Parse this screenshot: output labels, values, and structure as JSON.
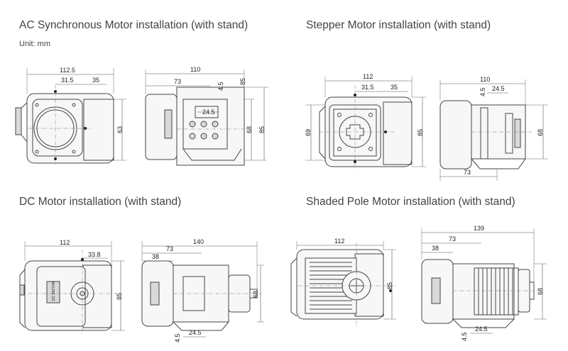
{
  "titles": {
    "ac": "AC Synchronous Motor installation (with stand)",
    "stepper": "Stepper Motor installation (with stand)",
    "dc": "DC Motor installation (with stand)",
    "shaded": "Shaded Pole Motor installation (with stand)"
  },
  "unit": "Unit: mm",
  "dims": {
    "ac_front_width": "112.5",
    "ac_front_a": "31.5",
    "ac_front_b": "35",
    "ac_front_h": "63",
    "ac_side_width": "110",
    "ac_side_a": "73",
    "ac_side_b": "4.5",
    "ac_side_c": "24.5",
    "ac_side_d": "85",
    "ac_side_h1": "68",
    "ac_side_h2": "85",
    "st_front_width": "112",
    "st_front_a": "31.5",
    "st_front_b": "35",
    "st_front_h1": "69",
    "st_front_h2": "85",
    "st_side_width": "110",
    "st_side_a": "4.5",
    "st_side_b": "24.5",
    "st_side_h": "68",
    "st_side_c": "73",
    "dc_front_width": "112",
    "dc_front_a": "33.8",
    "dc_front_h": "85",
    "dc_side_width": "140",
    "dc_side_a": "73",
    "dc_side_b": "38",
    "dc_side_h": "68",
    "dc_side_c": "4.5",
    "dc_side_d": "24.5",
    "sp_front_width": "112",
    "sp_front_h": "85",
    "sp_side_width": "139",
    "sp_side_a": "73",
    "sp_side_b": "38",
    "sp_side_h": "68",
    "sp_side_c": "4.5",
    "sp_side_d": "24.5"
  },
  "dc_label_plate": "DC MOTOR"
}
